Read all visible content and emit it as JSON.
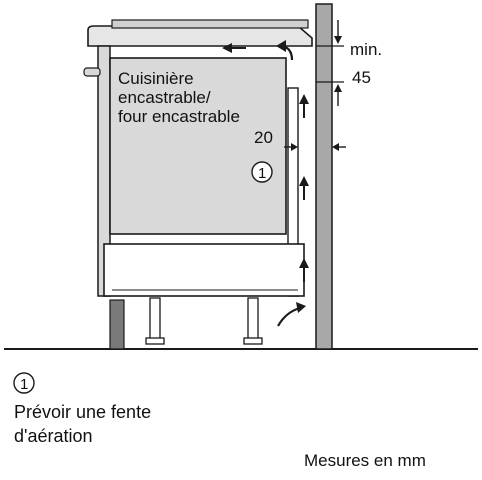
{
  "appliance_label": [
    "Cuisinière",
    "encastrable/",
    "four encastrable"
  ],
  "dimensions": {
    "gap_value": "20",
    "clearance_prefix": "min.",
    "clearance_value": "45"
  },
  "callout_marker": "1",
  "legend": {
    "marker": "1",
    "lines": [
      "Prévoir une fente",
      "d'aération"
    ]
  },
  "units_note": "Mesures en mm",
  "colors": {
    "line": "#1a1a1a",
    "appliance_fill": "#d9d9d9",
    "wall_fill": "#a8a8a8",
    "plinth_fill": "#7a7a7a"
  }
}
